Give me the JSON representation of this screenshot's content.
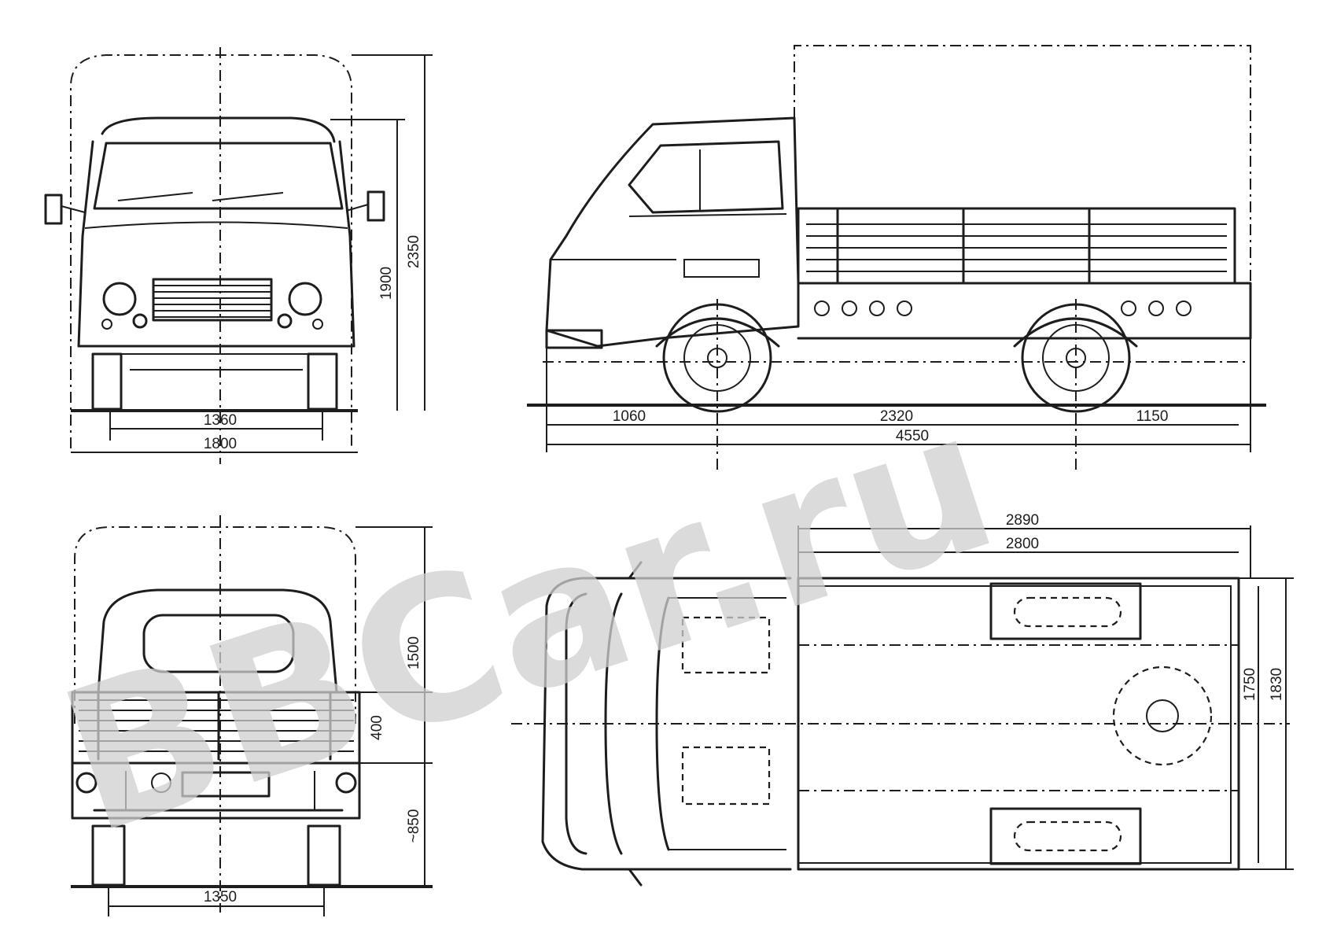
{
  "watermark": {
    "text": "BBCar.ru",
    "color": "#cfcfcf"
  },
  "colors": {
    "ink": "#1d1d1d",
    "paper": "#ffffff"
  },
  "views": {
    "front": {
      "width_track": "1360",
      "width_overall": "1800",
      "height_cab": "1900",
      "height_overall": "2350"
    },
    "side": {
      "front_overhang": "1060",
      "wheelbase": "2320",
      "rear_overhang": "1150",
      "overall_length": "4550"
    },
    "rear": {
      "height_tarp": "1500",
      "height_side": "400",
      "height_floor": "~850",
      "rear_track": "1350"
    },
    "top": {
      "bed_outer_length": "2890",
      "bed_inner_length": "2800",
      "bed_inner_width": "1750",
      "bed_outer_width": "1830"
    }
  }
}
